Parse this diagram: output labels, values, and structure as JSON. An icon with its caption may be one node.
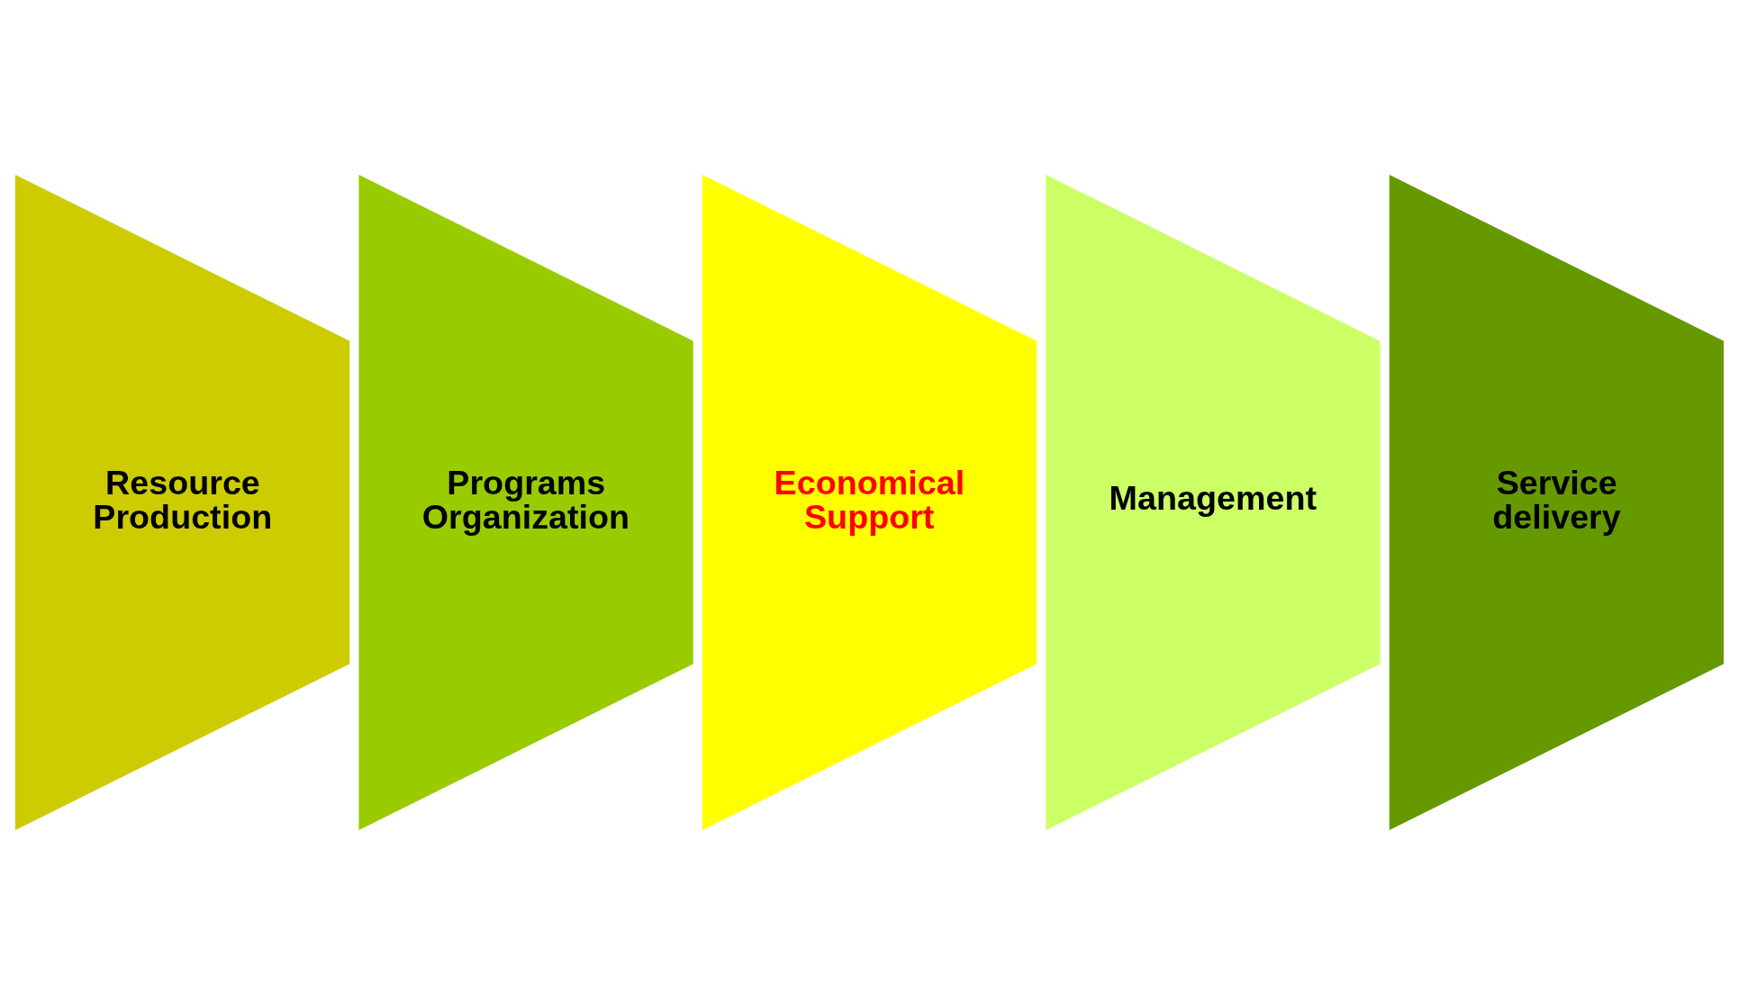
{
  "diagram": {
    "nodes": [
      {
        "text": [
          "Resource Production"
        ]
      },
      {
        "text": [
          "Programs Organization"
        ]
      },
      {
        "text": [
          "Economical Support"
        ]
      },
      {
        "text": [
          "Management"
        ]
      },
      {
        "text": [
          "Service delivery"
        ]
      }
    ]
  }
}
